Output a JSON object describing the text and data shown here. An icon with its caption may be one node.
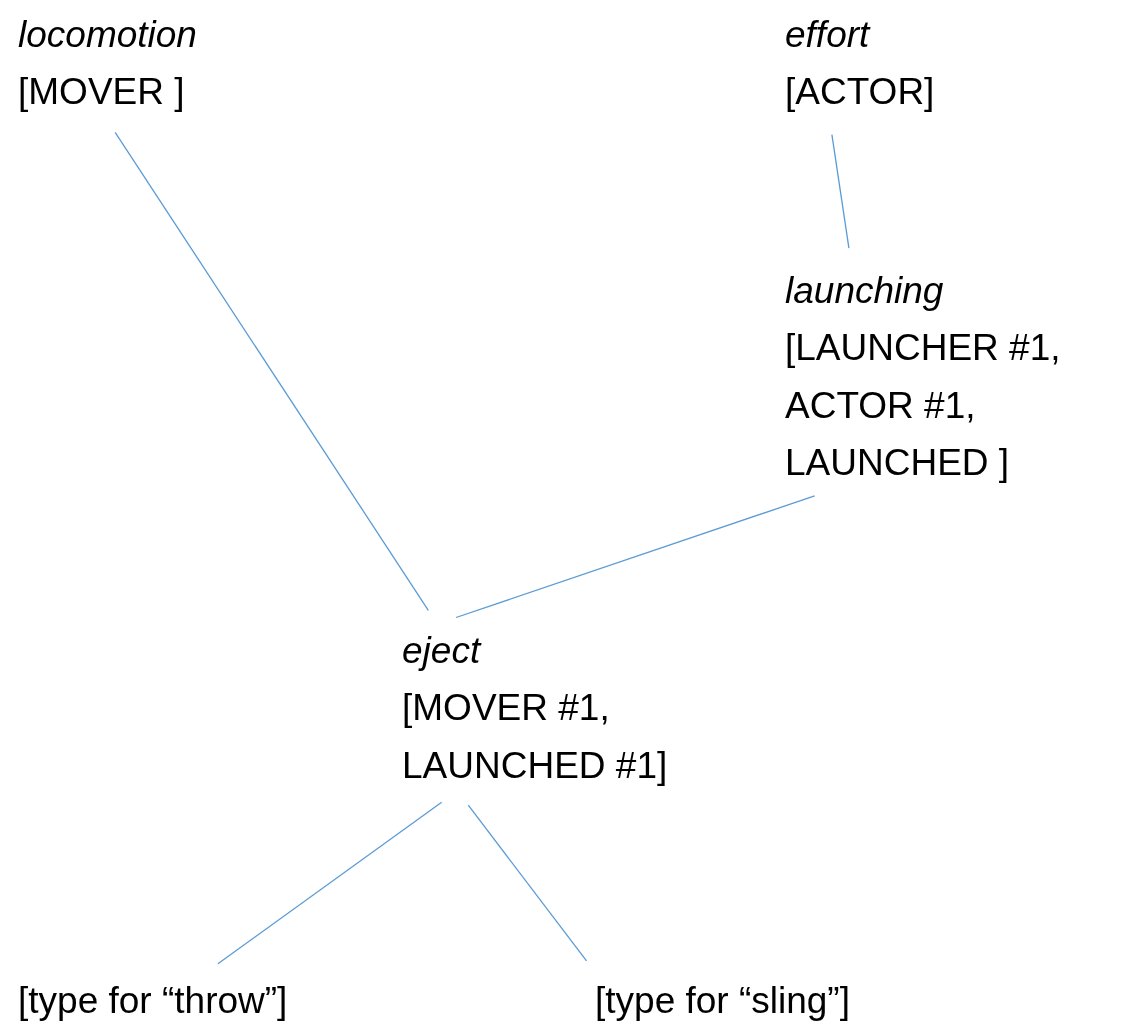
{
  "diagram": {
    "nodes": [
      {
        "text": [
          "locomotion",
          "[MOVER ]"
        ]
      },
      {
        "text": [
          "effort",
          "[ACTOR]"
        ]
      },
      {
        "text": [
          "launching",
          "[LAUNCHER #1, ACTOR #1, LAUNCHED ]"
        ]
      },
      {
        "text": [
          "eject",
          "[MOVER #1, LAUNCHED #1]"
        ]
      },
      {
        "text": [
          "[type for “throw”]"
        ]
      },
      {
        "text": [
          "[type for “sling”]"
        ]
      }
    ],
    "edges": [
      {
        "from": 0,
        "to": 3,
        "arrow": "none"
      },
      {
        "from": 1,
        "to": 2,
        "arrow": "none"
      },
      {
        "from": 2,
        "to": 3,
        "arrow": "none"
      },
      {
        "from": 3,
        "to": 4,
        "arrow": "none"
      },
      {
        "from": 3,
        "to": 5,
        "arrow": "none"
      }
    ]
  }
}
